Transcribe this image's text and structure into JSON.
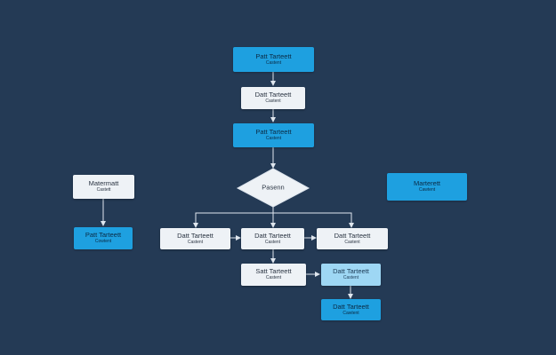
{
  "colors": {
    "background": "#243a55",
    "blue_node": "#1ea0e0",
    "white_node": "#eef2f6",
    "light_node": "#9ed7f4",
    "connector": "#dfe6ee"
  },
  "nodes": {
    "top_blue": {
      "title": "Patt Tarteett",
      "sub": "Castent"
    },
    "second_white": {
      "title": "Datt Tarteett",
      "sub": "Castent"
    },
    "third_blue": {
      "title": "Patt Tarteett",
      "sub": "Castent"
    },
    "decision": {
      "title": "Pasenn"
    },
    "left_white": {
      "title": "Matermatt",
      "sub": "Castett"
    },
    "left_blue": {
      "title": "Patt Tarteett",
      "sub": "Cowtent"
    },
    "right_blue": {
      "title": "Marterett",
      "sub": "Cawtent"
    },
    "row_left": {
      "title": "Datt Tarteett",
      "sub": "Castent"
    },
    "row_mid": {
      "title": "Datt Tarteett",
      "sub": "Castent"
    },
    "row_right": {
      "title": "Datt Tarteett",
      "sub": "Castent"
    },
    "lower_white": {
      "title": "Satt Tarteett",
      "sub": "Castent"
    },
    "lower_light": {
      "title": "Datt Tarteett",
      "sub": "Castent"
    },
    "bottom_blue": {
      "title": "Datt Tarteett",
      "sub": "Cawtent"
    }
  }
}
